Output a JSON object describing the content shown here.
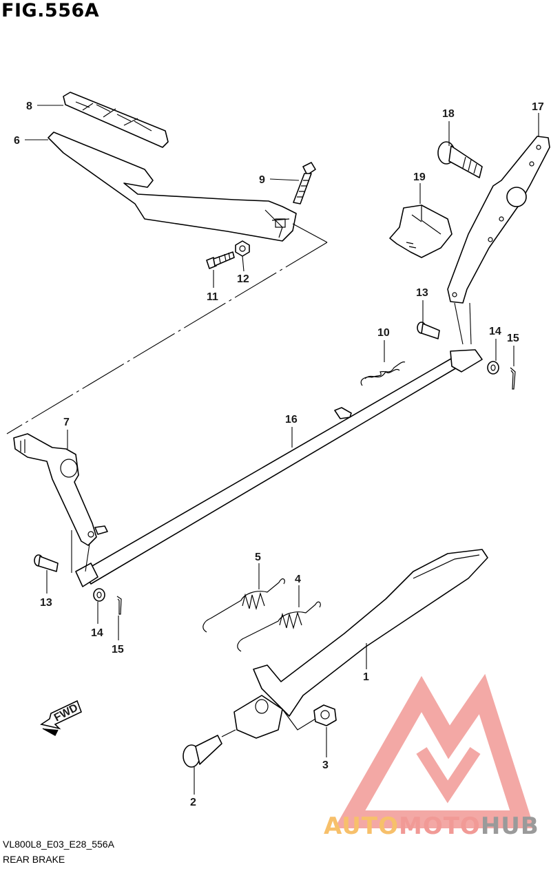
{
  "title": "FIG.556A",
  "footer": {
    "code": "VL800L8_E03_E28_556A",
    "name": "REAR BRAKE"
  },
  "fwd_label": "FWD",
  "watermark": {
    "part1": "AUTO",
    "part2": "MOTO",
    "part3": "HUB",
    "colors": {
      "auto": "#f7c06b",
      "moto": "#f19a96",
      "hub": "#9a9a9a",
      "logo": "#f19a96"
    }
  },
  "callouts": [
    {
      "id": "c8",
      "label": "8"
    },
    {
      "id": "c6",
      "label": "6"
    },
    {
      "id": "c9",
      "label": "9"
    },
    {
      "id": "c11",
      "label": "11"
    },
    {
      "id": "c12",
      "label": "12"
    },
    {
      "id": "c18",
      "label": "18"
    },
    {
      "id": "c17",
      "label": "17"
    },
    {
      "id": "c19",
      "label": "19"
    },
    {
      "id": "c13a",
      "label": "13"
    },
    {
      "id": "c10",
      "label": "10"
    },
    {
      "id": "c14a",
      "label": "14"
    },
    {
      "id": "c15a",
      "label": "15"
    },
    {
      "id": "c7",
      "label": "7"
    },
    {
      "id": "c16",
      "label": "16"
    },
    {
      "id": "c5",
      "label": "5"
    },
    {
      "id": "c4",
      "label": "4"
    },
    {
      "id": "c13b",
      "label": "13"
    },
    {
      "id": "c14b",
      "label": "14"
    },
    {
      "id": "c15b",
      "label": "15"
    },
    {
      "id": "c1",
      "label": "1"
    },
    {
      "id": "c3",
      "label": "3"
    },
    {
      "id": "c2",
      "label": "2"
    }
  ]
}
